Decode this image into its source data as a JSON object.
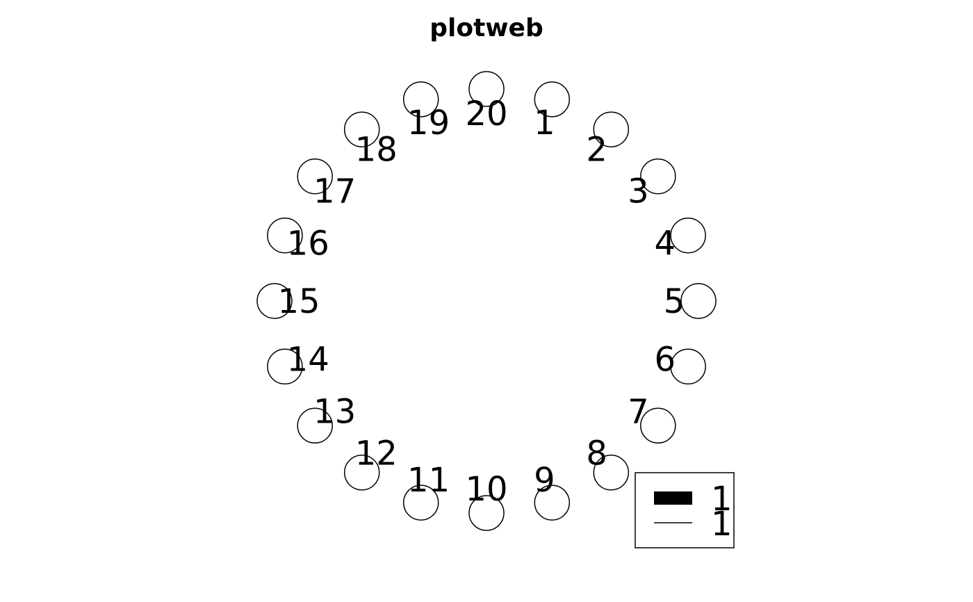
{
  "title": "plotweb",
  "nodes": [
    {
      "label": "1"
    },
    {
      "label": "2"
    },
    {
      "label": "3"
    },
    {
      "label": "4"
    },
    {
      "label": "5"
    },
    {
      "label": "6"
    },
    {
      "label": "7"
    },
    {
      "label": "8"
    },
    {
      "label": "9"
    },
    {
      "label": "10"
    },
    {
      "label": "11"
    },
    {
      "label": "12"
    },
    {
      "label": "13"
    },
    {
      "label": "14"
    },
    {
      "label": "15"
    },
    {
      "label": "16"
    },
    {
      "label": "17"
    },
    {
      "label": "18"
    },
    {
      "label": "19"
    },
    {
      "label": "20"
    }
  ],
  "edges": [],
  "legend": {
    "entries": [
      {
        "symbol": "filled-bar",
        "label": "1"
      },
      {
        "symbol": "thin-line",
        "label": "1"
      }
    ]
  },
  "colors": {
    "stroke": "#000000",
    "background": "#ffffff"
  }
}
